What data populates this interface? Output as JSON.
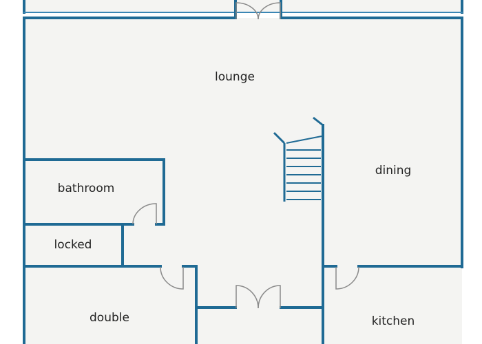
{
  "rooms": {
    "lounge": "lounge",
    "dining": "dining",
    "bathroom": "bathroom",
    "locked": "locked",
    "double": "double",
    "kitchen": "kitchen"
  },
  "colors": {
    "wall": "#1f6a94",
    "floor": "#f4f4f2",
    "door": "#8a8a8a",
    "label": "#222222"
  }
}
